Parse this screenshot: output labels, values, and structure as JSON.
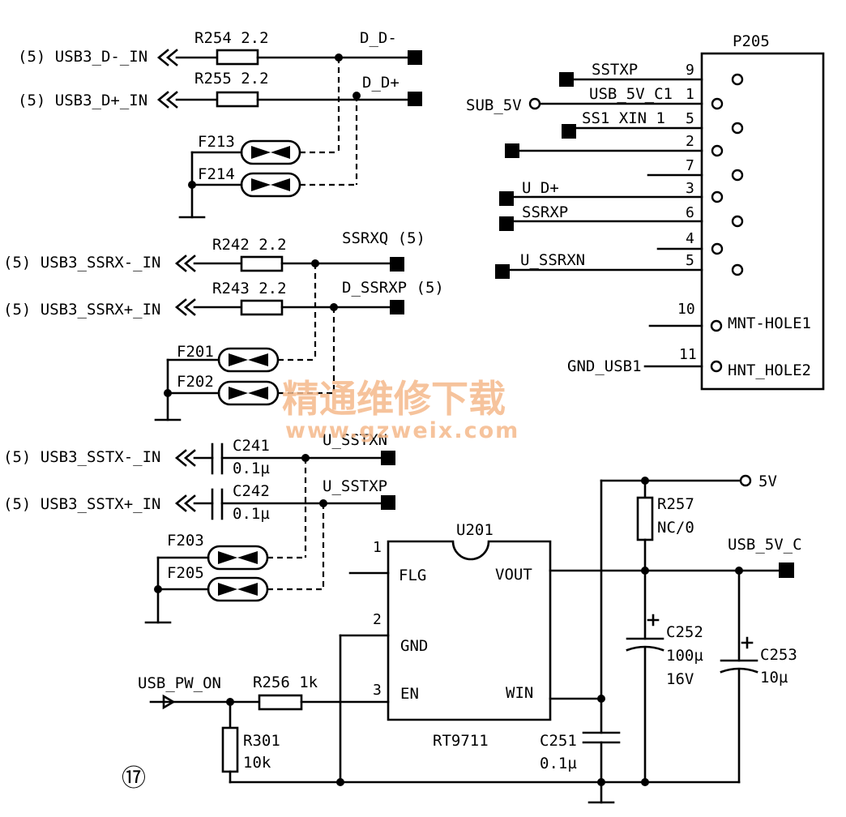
{
  "usb_d": {
    "in_minus": "(5) USB3_D-_IN",
    "in_plus": "(5) USB3_D+_IN",
    "r1": "R254 2.2",
    "r2": "R255 2.2",
    "net_minus": "D_D-",
    "net_plus": "D_D+",
    "f1": "F213",
    "f2": "F214"
  },
  "ssrx": {
    "in_minus": "(5) USB3_SSRX-_IN",
    "in_plus": "(5) USB3_SSRX+_IN",
    "r1": "R242 2.2",
    "r2": "R243 2.2",
    "net_minus": "SSRXQ (5)",
    "net_plus": "D_SSRXP (5)",
    "f1": "F201",
    "f2": "F202"
  },
  "sstx": {
    "in_minus": "(5) USB3_SSTX-_IN",
    "in_plus": "(5) USB3_SSTX+_IN",
    "c1": "C241",
    "c1_val": "0.1µ",
    "c2": "C242",
    "c2_val": "0.1µ",
    "net_minus": "U_SSTXN",
    "net_plus": "U_SSTXP",
    "f1": "F203",
    "f2": "F205"
  },
  "connector": {
    "ref": "P205",
    "pins": [
      {
        "num": "9",
        "net": "SSTXP"
      },
      {
        "num": "1",
        "net": "USB_5V_C1"
      },
      {
        "num": "5",
        "net": "SS1 XIN 1"
      },
      {
        "num": "2",
        "net": ""
      },
      {
        "num": "7",
        "net": ""
      },
      {
        "num": "3",
        "net": "U_D+"
      },
      {
        "num": "6",
        "net": "SSRXP"
      },
      {
        "num": "4",
        "net": ""
      },
      {
        "num": "5",
        "net": "U_SSRXN"
      },
      {
        "num": "10",
        "net": "MNT-HOLE1"
      },
      {
        "num": "11",
        "net": "HNT_HOLE2"
      }
    ],
    "sub5v": "SUB_5V",
    "gnd": "GND_USB1"
  },
  "power": {
    "ic_ref": "U201",
    "ic_part": "RT9711",
    "pin_flg": "FLG",
    "pin_gnd": "GND",
    "pin_en": "EN",
    "pin_vout": "VOUT",
    "pin_win": "WIN",
    "pin1": "1",
    "pin2": "2",
    "pin3": "3",
    "rail_5v": "5V",
    "out_net": "USB_5V_C",
    "r257": "R257",
    "r257_val": "NC/0",
    "c252": "C252",
    "c252_val": "100µ",
    "c252_volt": "16V",
    "c253": "C253",
    "c253_val": "10µ",
    "c251": "C251",
    "c251_val": "0.1µ",
    "pw_on": "USB_PW_ON",
    "r256": "R256 1k",
    "r301": "R301",
    "r301_val": "10k"
  },
  "page_badge": "⑰",
  "watermark": {
    "cn": "精通维修下载",
    "url": "www.gzweix.com"
  }
}
